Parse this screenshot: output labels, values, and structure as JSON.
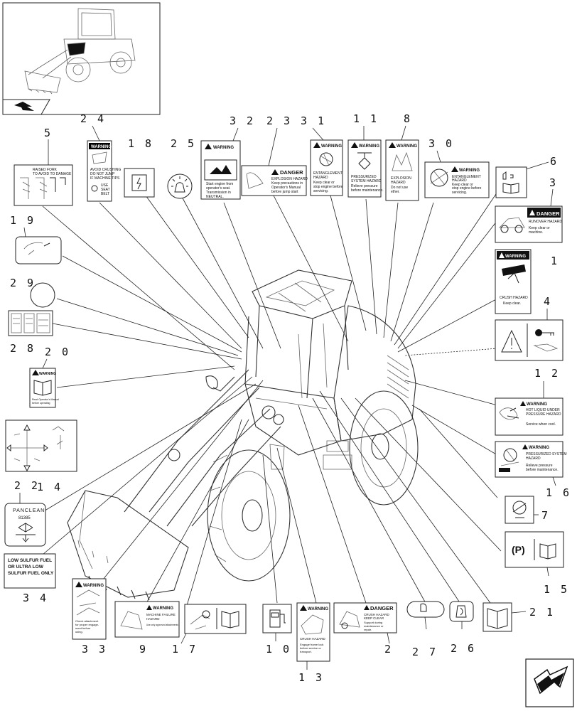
{
  "decals": {
    "d5": {
      "label": "5",
      "heading": "RAISED FORK",
      "heading2": "TO AVOID TO DAMAGE"
    },
    "d24": {
      "label": "2 4",
      "title": "WARNING",
      "line1": "AVOID CRUSHING",
      "line2": "DO NOT JUMP",
      "line3": "IF MACHINE TIPS",
      "line4": "USE",
      "line5": "SEAT",
      "line6": "BELT"
    },
    "d18": {
      "label": "1 8"
    },
    "d25": {
      "label": "2 5"
    },
    "d32": {
      "label": "3 2",
      "title": "WARNING",
      "line1": "Start engine from",
      "line2": "operator's seat.",
      "line3": "Transmission in",
      "line4": "NEUTRAL."
    },
    "d23": {
      "label": "2 3",
      "title": "DANGER",
      "line1": "EXPLOSION HAZARD",
      "line2": "Keep precautions in",
      "line3": "Operator's Manual",
      "line4": "before jump start"
    },
    "d31": {
      "label": "3 1",
      "title": "WARNING",
      "line1": "ENTANGLEMENT",
      "line2": "HAZARD",
      "line3": "Keep clear or",
      "line4": "stop engine before",
      "line5": "servicing."
    },
    "d11": {
      "label": "1 1",
      "title": "WARNING",
      "line1": "PRESSURIZED",
      "line2": "SYSTEM HAZARD",
      "line3": "Relieve pressure",
      "line4": "before maintenance."
    },
    "d8": {
      "label": "8",
      "title": "WARNING",
      "line1": "EXPLOSION",
      "line2": "HAZARD",
      "line3": "Do not use",
      "line4": "ether."
    },
    "d30": {
      "label": "3 0",
      "title": "WARNING",
      "line1": "ENTANGLEMENT",
      "line2": "HAZARD",
      "line3": "Keep clear or",
      "line4": "stop engine before",
      "line5": "servicing."
    },
    "d6": {
      "label": "6"
    },
    "d3": {
      "label": "3",
      "title": "DANGER",
      "line1": "RUNOVER HAZARD",
      "line2": "Keep clear or",
      "line3": "machine."
    },
    "d19": {
      "label": "1 9"
    },
    "d1": {
      "label": "1",
      "title": "WARNING",
      "line1": "CRUSH HAZARD",
      "line2": "Keep clear."
    },
    "d29": {
      "label": "2 9"
    },
    "d4": {
      "label": "4"
    },
    "d28": {
      "label": "2 8"
    },
    "d20": {
      "label": "2 0",
      "title": "WARNING",
      "line1": "Read Operator's Manual",
      "line2": "before operating"
    },
    "d12": {
      "label": "1 2",
      "title": "WARNING",
      "line1": "HOT LIQUID UNDER",
      "line2": "PRESSURE HAZARD",
      "line3": "Service when cool."
    },
    "d14": {
      "label": "1 4"
    },
    "d16": {
      "label": "1 6",
      "title": "WARNING",
      "line1": "PRESSURIZED SYSTEM",
      "line2": "HAZARD",
      "line3": "Relieve pressure",
      "line4": "before maintenance."
    },
    "d22": {
      "label": "2 2",
      "text1": "PANCLEAN",
      "text2": "81385"
    },
    "d7": {
      "label": "7"
    },
    "d34": {
      "label": "3 4",
      "line1": "LOW SULFUR FUEL",
      "line2": "OR ULTRA LOW",
      "line3": "SULFUR FUEL ONLY"
    },
    "d15": {
      "label": "1 5",
      "symbol": "(P)"
    },
    "d33": {
      "label": "3 3",
      "title": "WARNING",
      "line1": "Check attachment",
      "line2": "for proper engage-",
      "line3": "ment before",
      "line4": "using."
    },
    "d9": {
      "label": "9",
      "title": "WARNING",
      "line1": "MACHINE FAILURE",
      "line2": "HAZARD",
      "line3": "Use only approved attachments"
    },
    "d17": {
      "label": "1 7"
    },
    "d10": {
      "label": "1 0"
    },
    "d13": {
      "label": "1 3",
      "title": "WARNING",
      "line1": "CRUSH HAZARD",
      "line2": "Engage frame lock",
      "line3": "before service or",
      "line4": "transport."
    },
    "d2": {
      "label": "2",
      "title": "DANGER",
      "line1": "CRUSH HAZARD",
      "line2": "KEEP CLEAR",
      "line3": "Support during",
      "line4": "maintenance or",
      "line5": "repair."
    },
    "d27": {
      "label": "2 7"
    },
    "d26": {
      "label": "2 6"
    },
    "d21": {
      "label": "2 1"
    }
  }
}
